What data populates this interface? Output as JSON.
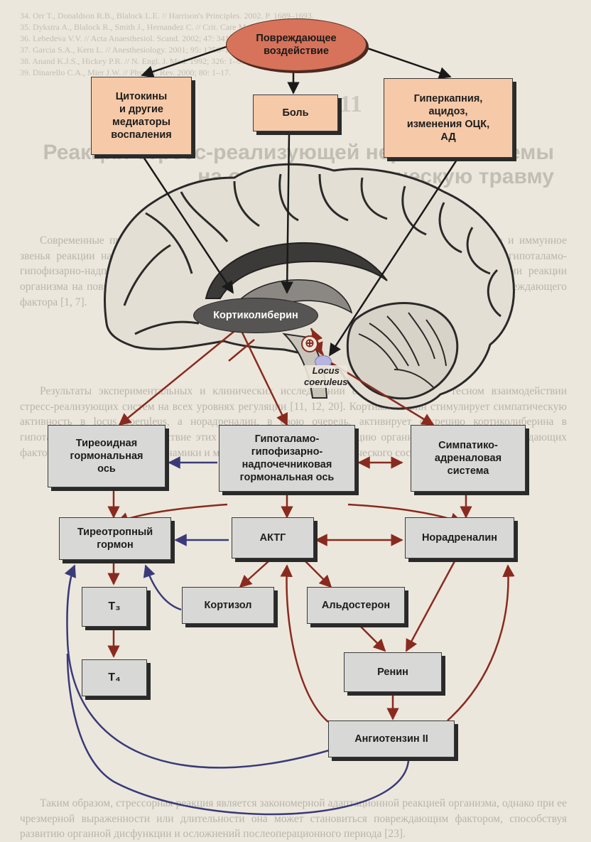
{
  "nodes": {
    "damaging_impact": "Повреждающее\nвоздействие",
    "cytokines": "Цитокины\nи другие\nмедиаторы\nвоспаления",
    "pain": "Боль",
    "hypercapnia": "Гиперкапния,\nацидоз,\nизменения ОЦК,\nАД",
    "corticoliberin": "Кортиколиберин",
    "locus_coeruleus": "Locus\ncoeruleus",
    "plus_sign": "⊕",
    "thyroid_axis": "Тиреоидная\nгормональная\nось",
    "hpa_axis": "Гипоталамо-\nгипофизарно-\nнадпочечниковая\nгормональная ось",
    "sympathoadrenal": "Симпатико-\nадреналовая\nсистема",
    "tsh": "Тиреотропный\nгормон",
    "acth": "АКТГ",
    "noradrenaline": "Норадреналин",
    "t3": "Т₃",
    "t4": "Т₄",
    "cortisol": "Кортизол",
    "aldosterone": "Альдостерон",
    "renin": "Ренин",
    "angiotensin": "Ангиотензин II"
  },
  "background": {
    "top_refs": "34. Orr T., Donaldson R.B., Blalock L.E. // Harrison's Principles. 2002. P. 1689–1693.\n35. Dykstra A., Blalock R., Smith J., Hernandez C. // Crit. Care Med. 2002; 30: 11–17.\n36. Lebedeva V.V. // Acta Anaesthesiol. Scand. 2002; 47: 341.\n37. Garcia S.A., Kern L. // Anesthesiology. 2001; 95: 1256–1261.\n38. Anand K.J.S., Hickey P.R. // N. Engl. J. Med. 1992; 326: 1–9.\n39. Dinarello C.A., Mier J.W. // Physiol. Rev. 2000; 80: 1–17.",
    "chapter": "Глава 11",
    "heading": "Реакция стресс-реализующей нервной системы на острую хирургическую травму",
    "body_1": "Современные представления о стрессе позволяют считать, что неврологическое, эндокринное и иммунное звенья реакции на повреждение являются единой защитной системой организма. Показано, что гипоталамо-гипофизарно-надпочечниковая ось и симпатическая нервная система являются ключевыми звеньями реакции организма на повреждение, их активация происходит практически одновременно с воздействием повреждающего фактора [1, 7].",
    "body_2": "Результаты экспериментальных и клинических исследований свидетельствуют о тесном взаимодействии стресс-реализующих систем на всех уровнях регуляции [11, 12, 20]. Кортиколиберин стимулирует симпатическую активность в locus coeruleus, а норадреналин, в свою очередь, активирует секрецию кортиколиберина в гипоталамусе [13]. Взаимодействие этих систем обеспечивает адаптацию организма к действию повреждающих факторов, поддержание гемодинамики и метаболизма в условиях критического состояния [21, 22].",
    "body_3": "Таким образом, стрессорная реакция является закономерной адаптационной реакцией организма, однако при ее чрезмерной выраженности или длительности она может становиться повреждающим фактором, способствуя развитию органной дисфункции и осложнений послеоперационного периода [23]."
  }
}
